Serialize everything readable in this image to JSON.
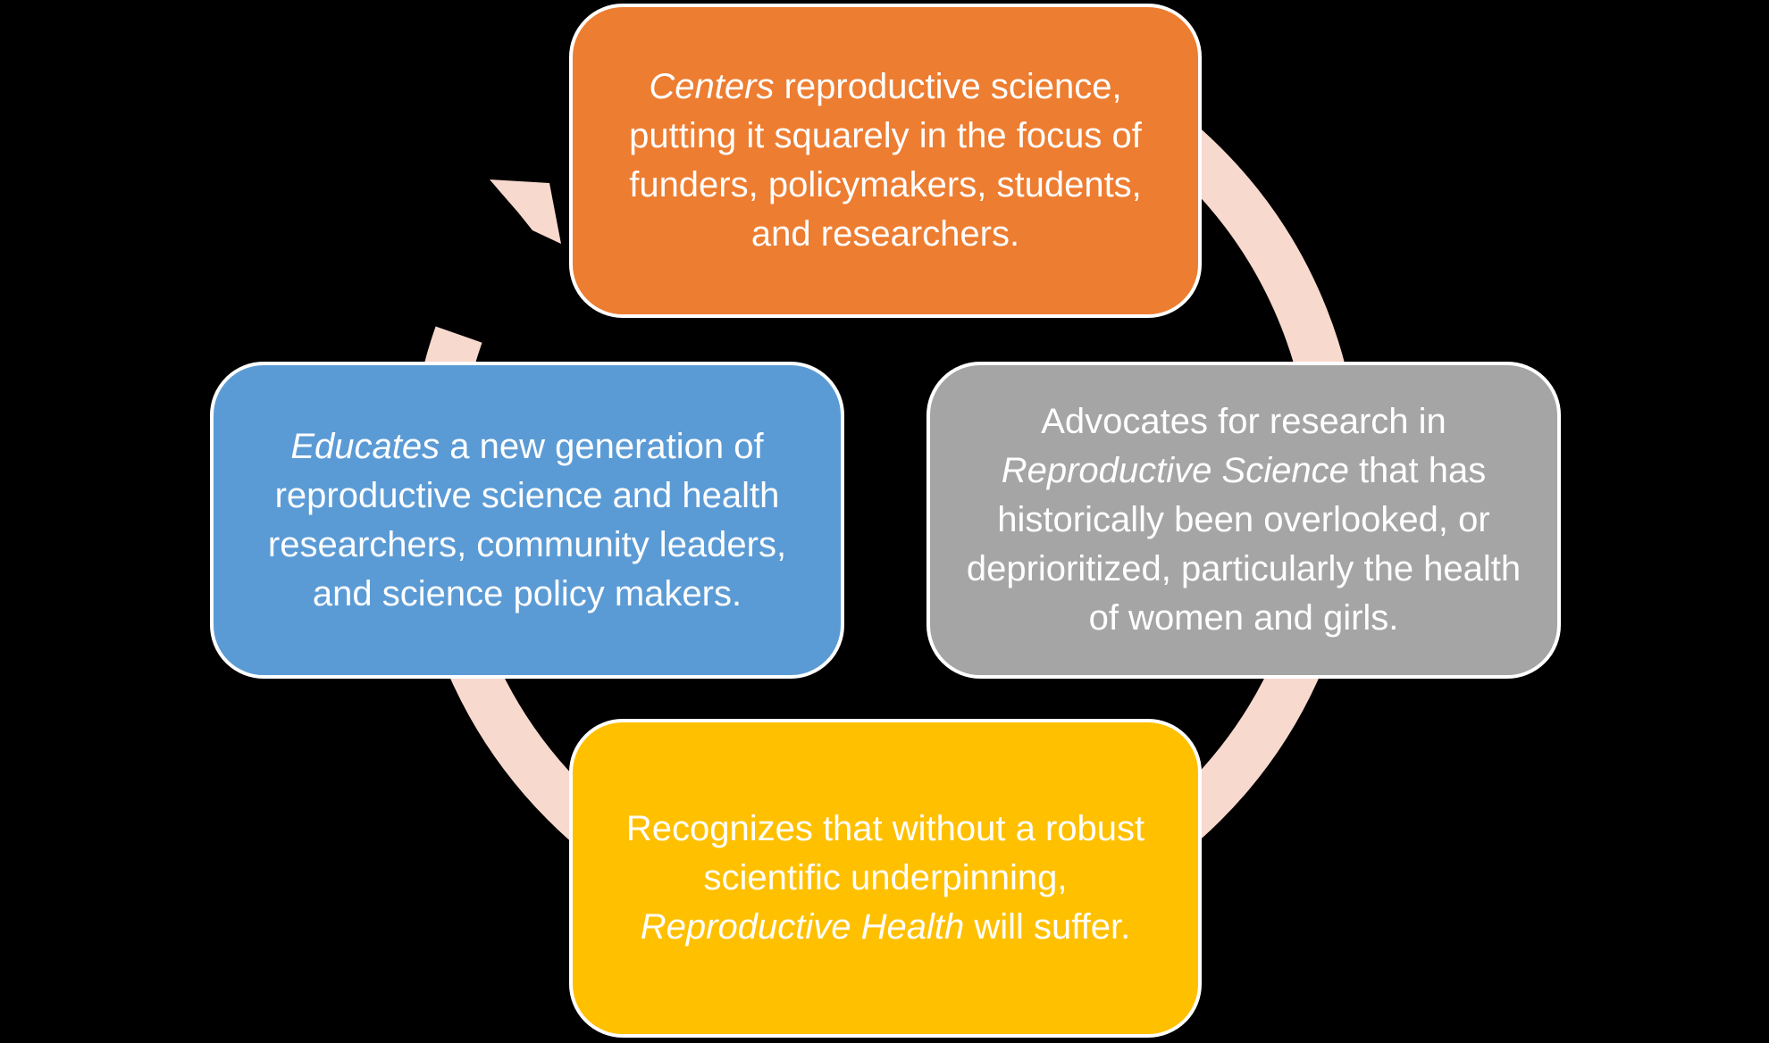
{
  "diagram": {
    "type": "cycle",
    "ring_color": "#F8D9CE",
    "background_color": "#000000",
    "direction": "counterclockwise into top box (arrowhead at upper-left pointing to top box)",
    "nodes": [
      {
        "id": "top",
        "color": "#ED7D31",
        "emphasis": "Centers",
        "text": " reproductive science, putting it squarely in the focus of funders, policymakers, students, and researchers."
      },
      {
        "id": "right",
        "color": "#A5A5A5",
        "pre": "Advocates for research in ",
        "emphasis": "Reproductive Science",
        "text": " that has historically been overlooked, or deprioritized, particularly the health of women and girls."
      },
      {
        "id": "bottom",
        "color": "#FFC000",
        "pre": "Recognizes that without a robust scientific underpinning, ",
        "emphasis": "Reproductive Health",
        "text": " will suffer."
      },
      {
        "id": "left",
        "color": "#5B9BD5",
        "emphasis": "Educates",
        "text": " a new generation of reproductive science and health researchers, community leaders, and science policy makers."
      }
    ]
  }
}
